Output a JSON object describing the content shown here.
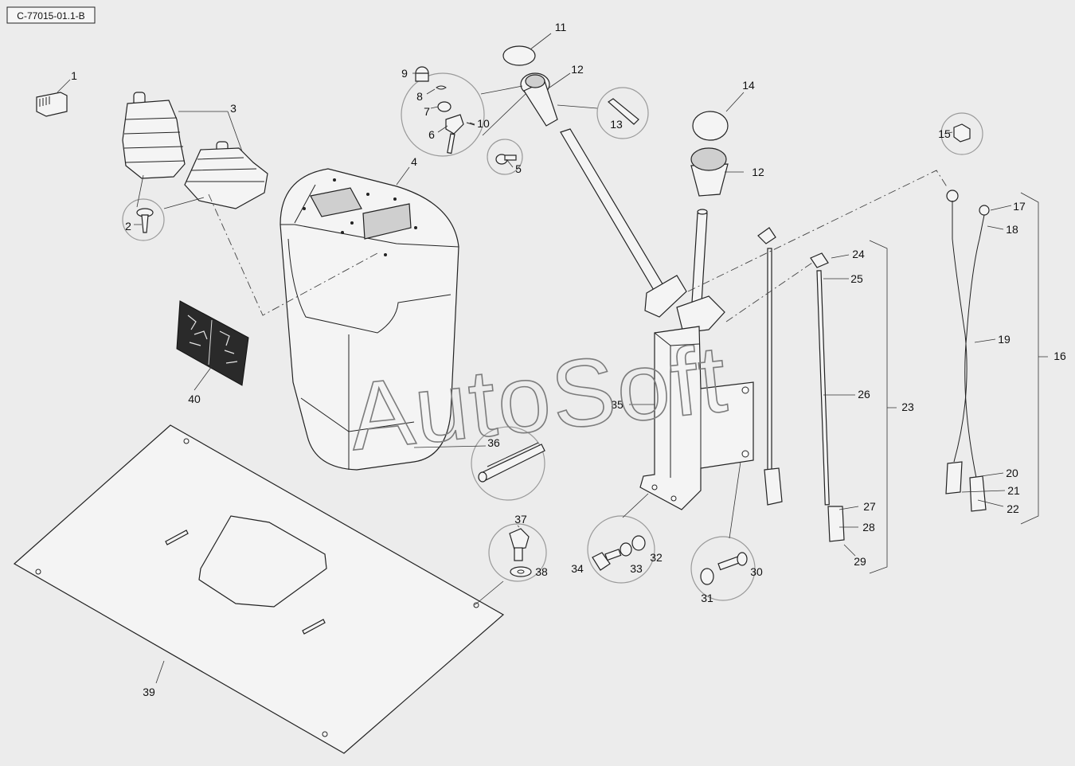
{
  "diagram": {
    "code": "C-77015-01.1-B",
    "watermark": "AutoSoft",
    "callouts": [
      {
        "id": "c1",
        "text": "1"
      },
      {
        "id": "c2",
        "text": "2"
      },
      {
        "id": "c3",
        "text": "3"
      },
      {
        "id": "c4",
        "text": "4"
      },
      {
        "id": "c5",
        "text": "5"
      },
      {
        "id": "c6",
        "text": "6"
      },
      {
        "id": "c7",
        "text": "7"
      },
      {
        "id": "c8",
        "text": "8"
      },
      {
        "id": "c9",
        "text": "9"
      },
      {
        "id": "c10",
        "text": "10"
      },
      {
        "id": "c11",
        "text": "11"
      },
      {
        "id": "c12a",
        "text": "12"
      },
      {
        "id": "c12b",
        "text": "12"
      },
      {
        "id": "c13",
        "text": "13"
      },
      {
        "id": "c14",
        "text": "14"
      },
      {
        "id": "c15",
        "text": "15"
      },
      {
        "id": "c16",
        "text": "16"
      },
      {
        "id": "c17",
        "text": "17"
      },
      {
        "id": "c18",
        "text": "18"
      },
      {
        "id": "c19",
        "text": "19"
      },
      {
        "id": "c20",
        "text": "20"
      },
      {
        "id": "c21",
        "text": "21"
      },
      {
        "id": "c22",
        "text": "22"
      },
      {
        "id": "c23",
        "text": "23"
      },
      {
        "id": "c24",
        "text": "24"
      },
      {
        "id": "c25",
        "text": "25"
      },
      {
        "id": "c26",
        "text": "26"
      },
      {
        "id": "c27",
        "text": "27"
      },
      {
        "id": "c28",
        "text": "28"
      },
      {
        "id": "c29",
        "text": "29"
      },
      {
        "id": "c30",
        "text": "30"
      },
      {
        "id": "c31",
        "text": "31"
      },
      {
        "id": "c32",
        "text": "32"
      },
      {
        "id": "c33",
        "text": "33"
      },
      {
        "id": "c34",
        "text": "34"
      },
      {
        "id": "c35",
        "text": "35"
      },
      {
        "id": "c36",
        "text": "36"
      },
      {
        "id": "c37",
        "text": "37"
      },
      {
        "id": "c38",
        "text": "38"
      },
      {
        "id": "c39",
        "text": "39"
      },
      {
        "id": "c40",
        "text": "40"
      }
    ]
  }
}
